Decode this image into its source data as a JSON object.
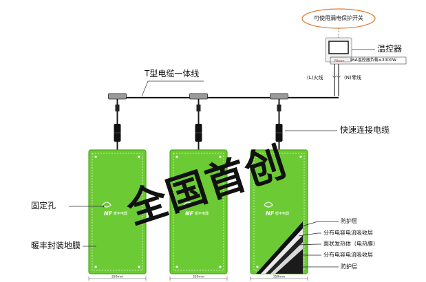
{
  "breaker_note": "可使用漏电保护开关",
  "thermostat": {
    "label": "温控器",
    "brand": "Ninon",
    "spec": "16A温控器负载≤3000W",
    "live_label": "(L)火线",
    "neutral_label": "(N)零线"
  },
  "cable_label": "T型电缆一体线",
  "connector_label": "快速连接电缆",
  "fixing_hole_label": "固定孔",
  "film_label": "暖丰封装地膜",
  "panel_logo": "NF",
  "panel_brand": "暖丰电器",
  "panel_count": 3,
  "width_marks": [
    "350mm",
    "350mm",
    "350mm"
  ],
  "layers": [
    "防护层",
    "分布电容电流吸收层",
    "面状发热体（电热膜）",
    "分布电容电流吸收层",
    "防护层"
  ],
  "watermark": "全国首创",
  "colors": {
    "panel_green": "#6ccb34",
    "panel_border": "#4fa61e",
    "ellipse_stroke": "#e07a2c",
    "cable": "#1a1a1a"
  }
}
